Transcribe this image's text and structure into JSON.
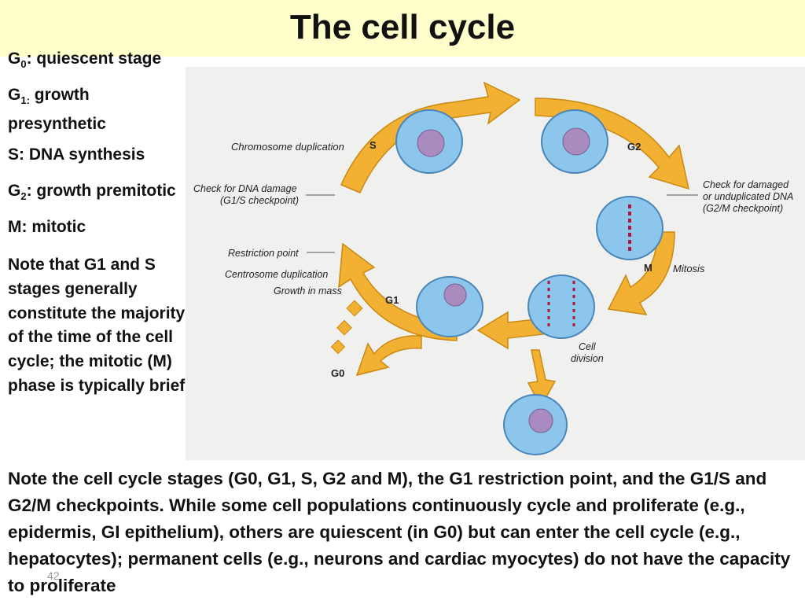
{
  "slide": {
    "title": "The cell cycle",
    "page_number": "42"
  },
  "stages": [
    {
      "main": "G",
      "sub": "0",
      "text": ": quiescent stage"
    },
    {
      "main": "G",
      "sub": "1:",
      "text": " growth",
      "text2": "presynthetic"
    },
    {
      "main": "S",
      "sub": "",
      "text": ": DNA synthesis"
    },
    {
      "main": "G",
      "sub": "2",
      "text": ": growth premitotic"
    },
    {
      "main": "M",
      "sub": "",
      "text": ": mitotic"
    }
  ],
  "note": "Note that G1 and S stages generally constitute the majority of the time of the cell cycle; the mitotic (M) phase is typically brief",
  "figure": {
    "labels": {
      "chromosome_duplication": "Chromosome duplication",
      "check_dna_1": "Check for DNA damage",
      "check_dna_2": "(G1/S checkpoint)",
      "restriction_point": "Restriction point",
      "centrosome_duplication": "Centrosome duplication",
      "growth_in_mass": "Growth in mass",
      "check_damaged_1": "Check for damaged",
      "check_damaged_2": "or unduplicated DNA",
      "check_damaged_3": "(G2/M checkpoint)",
      "mitosis": "Mitosis",
      "cell_division_1": "Cell",
      "cell_division_2": "division",
      "phase_s": "S",
      "phase_g2": "G2",
      "phase_m": "M",
      "phase_g1": "G1",
      "phase_g0": "G0"
    },
    "colors": {
      "arrow": "#f2b132",
      "arrow_edge": "#c98a14",
      "cell": "#8cc6ec",
      "cell_edge": "#4a86b8",
      "nucleus": "#a98bbf",
      "chromosome": "#b5143a"
    }
  },
  "bottom_text": "Note the cell cycle stages (G0, G1, S, G2 and M), the G1 restriction point, and the G1/S and G2/M checkpoints. While some cell populations continuously cycle and proliferate (e.g., epidermis, GI epithelium), others are quiescent (in G0) but can enter the cell cycle (e.g., hepatocytes); permanent cells (e.g., neurons and cardiac myocytes) do not have the capacity to proliferate"
}
